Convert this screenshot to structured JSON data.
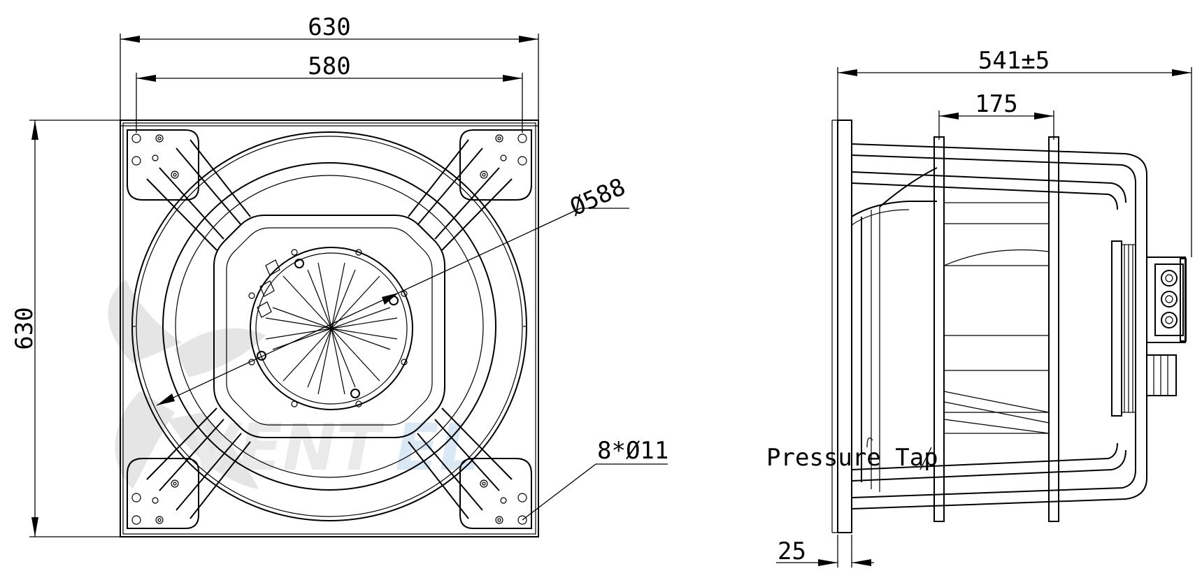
{
  "front_view": {
    "dim_width_outer": "630",
    "dim_width_holes": "580",
    "dim_height": "630",
    "dim_diameter": "Ø588",
    "dim_holes": "8*Ø11"
  },
  "side_view": {
    "dim_depth": "541±5",
    "dim_section": "175",
    "dim_flange": "25",
    "pressure_tap_label": "Pressure Tap"
  },
  "watermark": {
    "text_main": "VENT",
    "text_accent": "EL",
    "color_main": "#d9d9d9",
    "color_accent": "#bcd7ef"
  }
}
